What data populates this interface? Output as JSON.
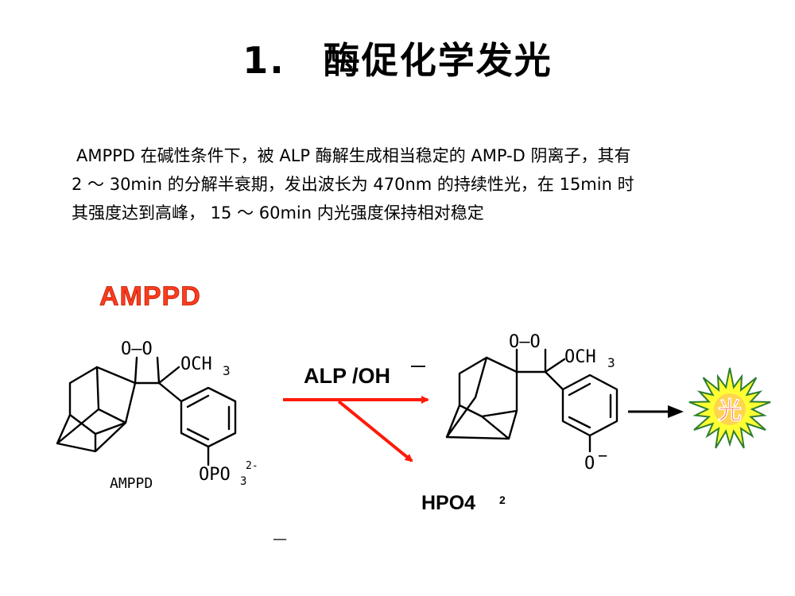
{
  "title": "1.　酶促化学发光",
  "description_lines": [
    "AMPPD 在碱性条件下，被 ALP 酶解生成相当稳定的 AMP-D 阴离子，其有",
    "2 ～ 30min 的分解半衰期，发出波长为 470nm 的持续性光，在 15min 时",
    "其强度达到高峰， 15 ～ 60min 内光强度保持相对稳定"
  ],
  "diagram": {
    "amppd_heading": "AMPPD",
    "amppd_caption": "AMPPD",
    "dioxetane_label_left": "O–O",
    "dioxetane_label_right": "O–O",
    "methoxy_left": "OCH",
    "methoxy_left_sub": "3",
    "methoxy_right": "OCH",
    "methoxy_right_sub": "3",
    "phosphate_label": "OPO",
    "phosphate_sub": "3",
    "phosphate_charge": "2-",
    "phenoxide_label": "O",
    "phenoxide_charge": "−",
    "reaction_condition": "ALP /OH",
    "reaction_condition_charge": "—",
    "byproduct": "HPO4",
    "byproduct_charge": "2",
    "stray_dash": "—",
    "light_label": "光",
    "colors": {
      "amppd_heading": "#ff3b1f",
      "reaction_arrow": "#ff1a0a",
      "burst_fill": "#ffff33",
      "burst_stroke": "#2e7d32",
      "light_circle": "#ffd54f",
      "light_text": "#ff2a00"
    }
  }
}
